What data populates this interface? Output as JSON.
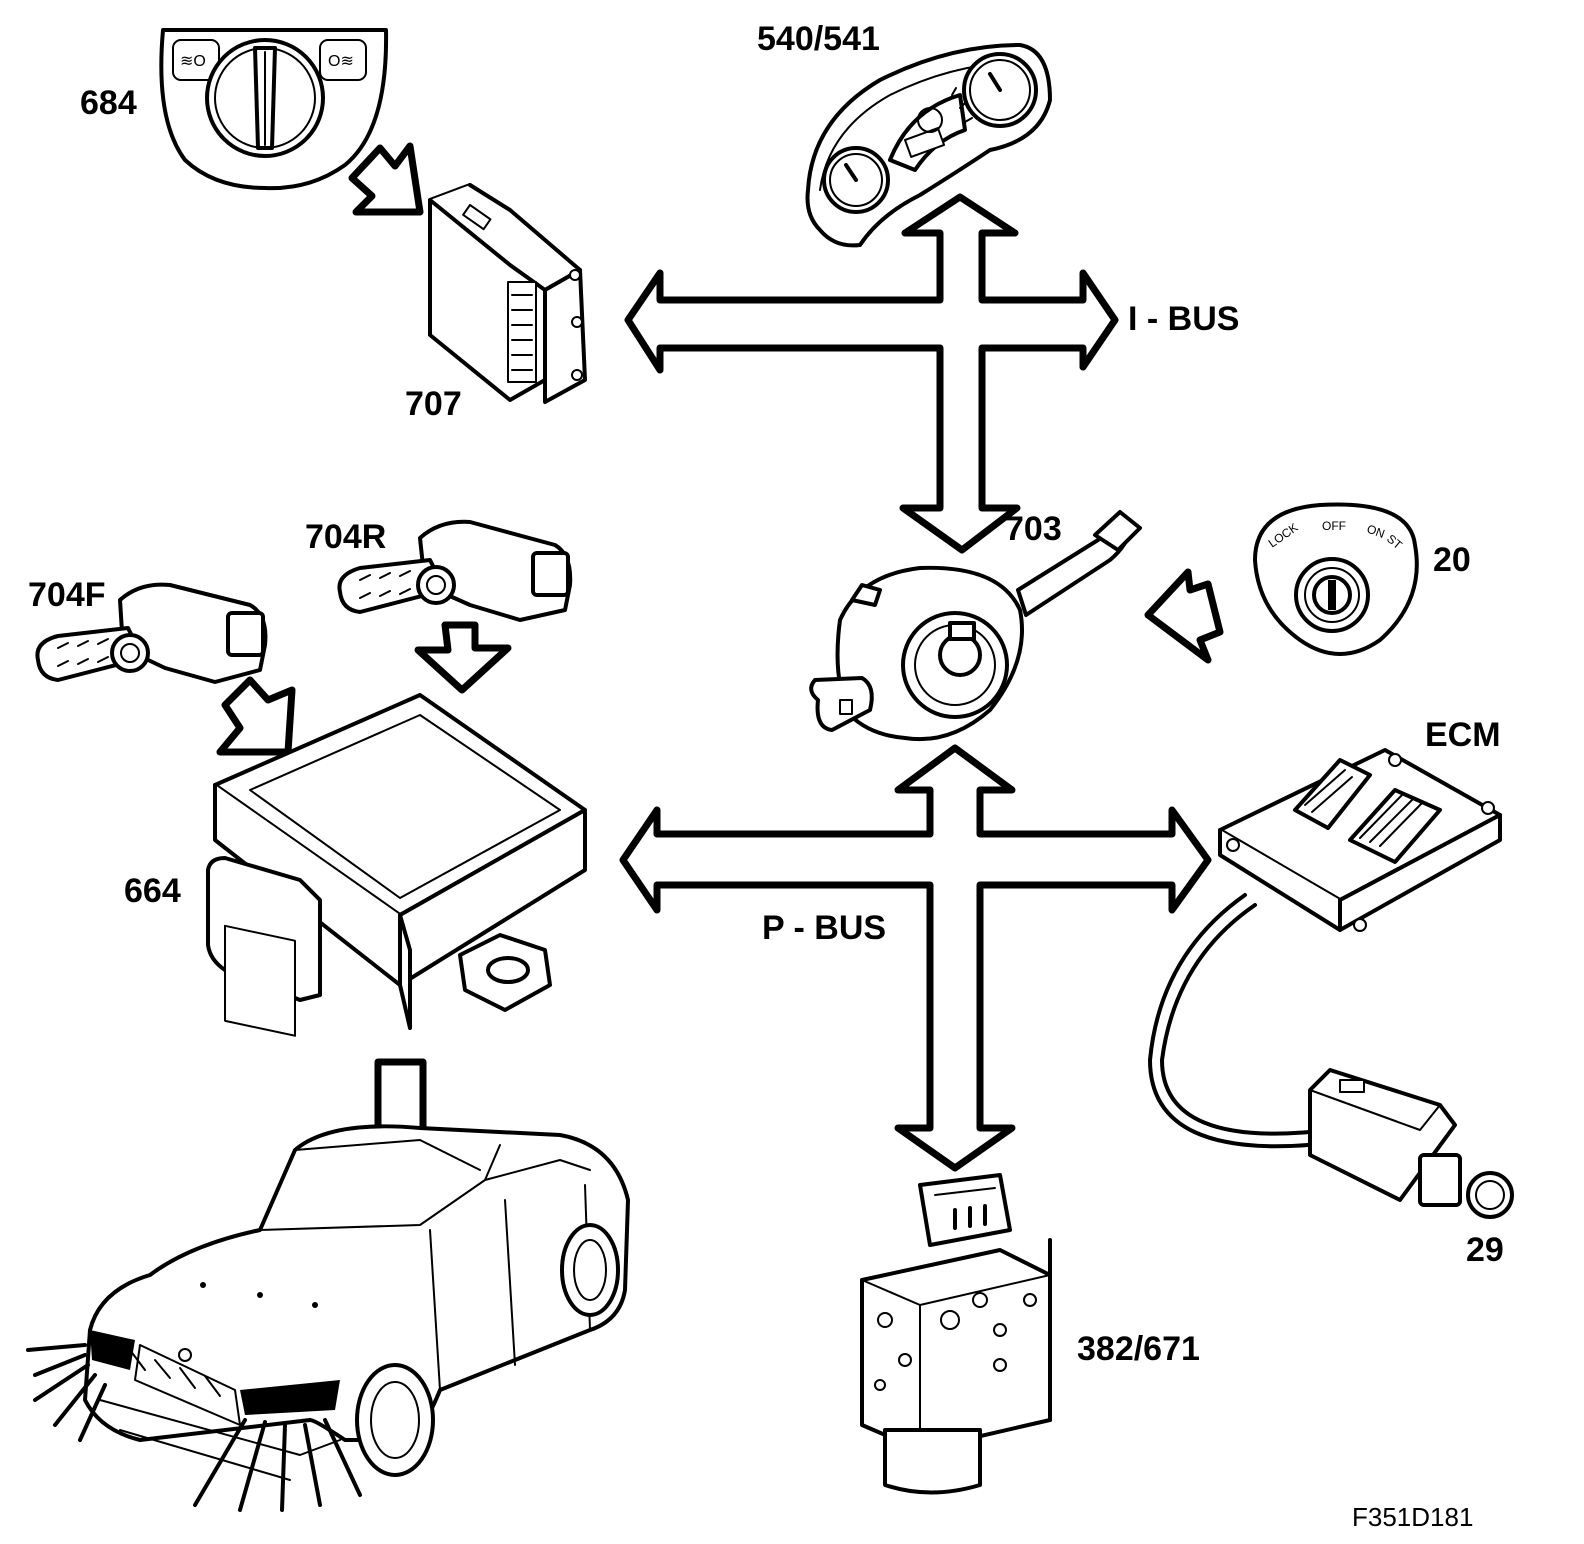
{
  "labels": {
    "c684": "684",
    "c707": "707",
    "c540": "540/541",
    "ibus": "I - BUS",
    "c703": "703",
    "c20": "20",
    "c704r": "704R",
    "c704f": "704F",
    "c664": "664",
    "ecm": "ECM",
    "pbus": "P - BUS",
    "c29": "29",
    "c382": "382/671",
    "figure_code": "F351D181"
  },
  "ignition_switch": {
    "lock": "LOCK",
    "off": "OFF",
    "on": "ON",
    "st": "ST"
  }
}
